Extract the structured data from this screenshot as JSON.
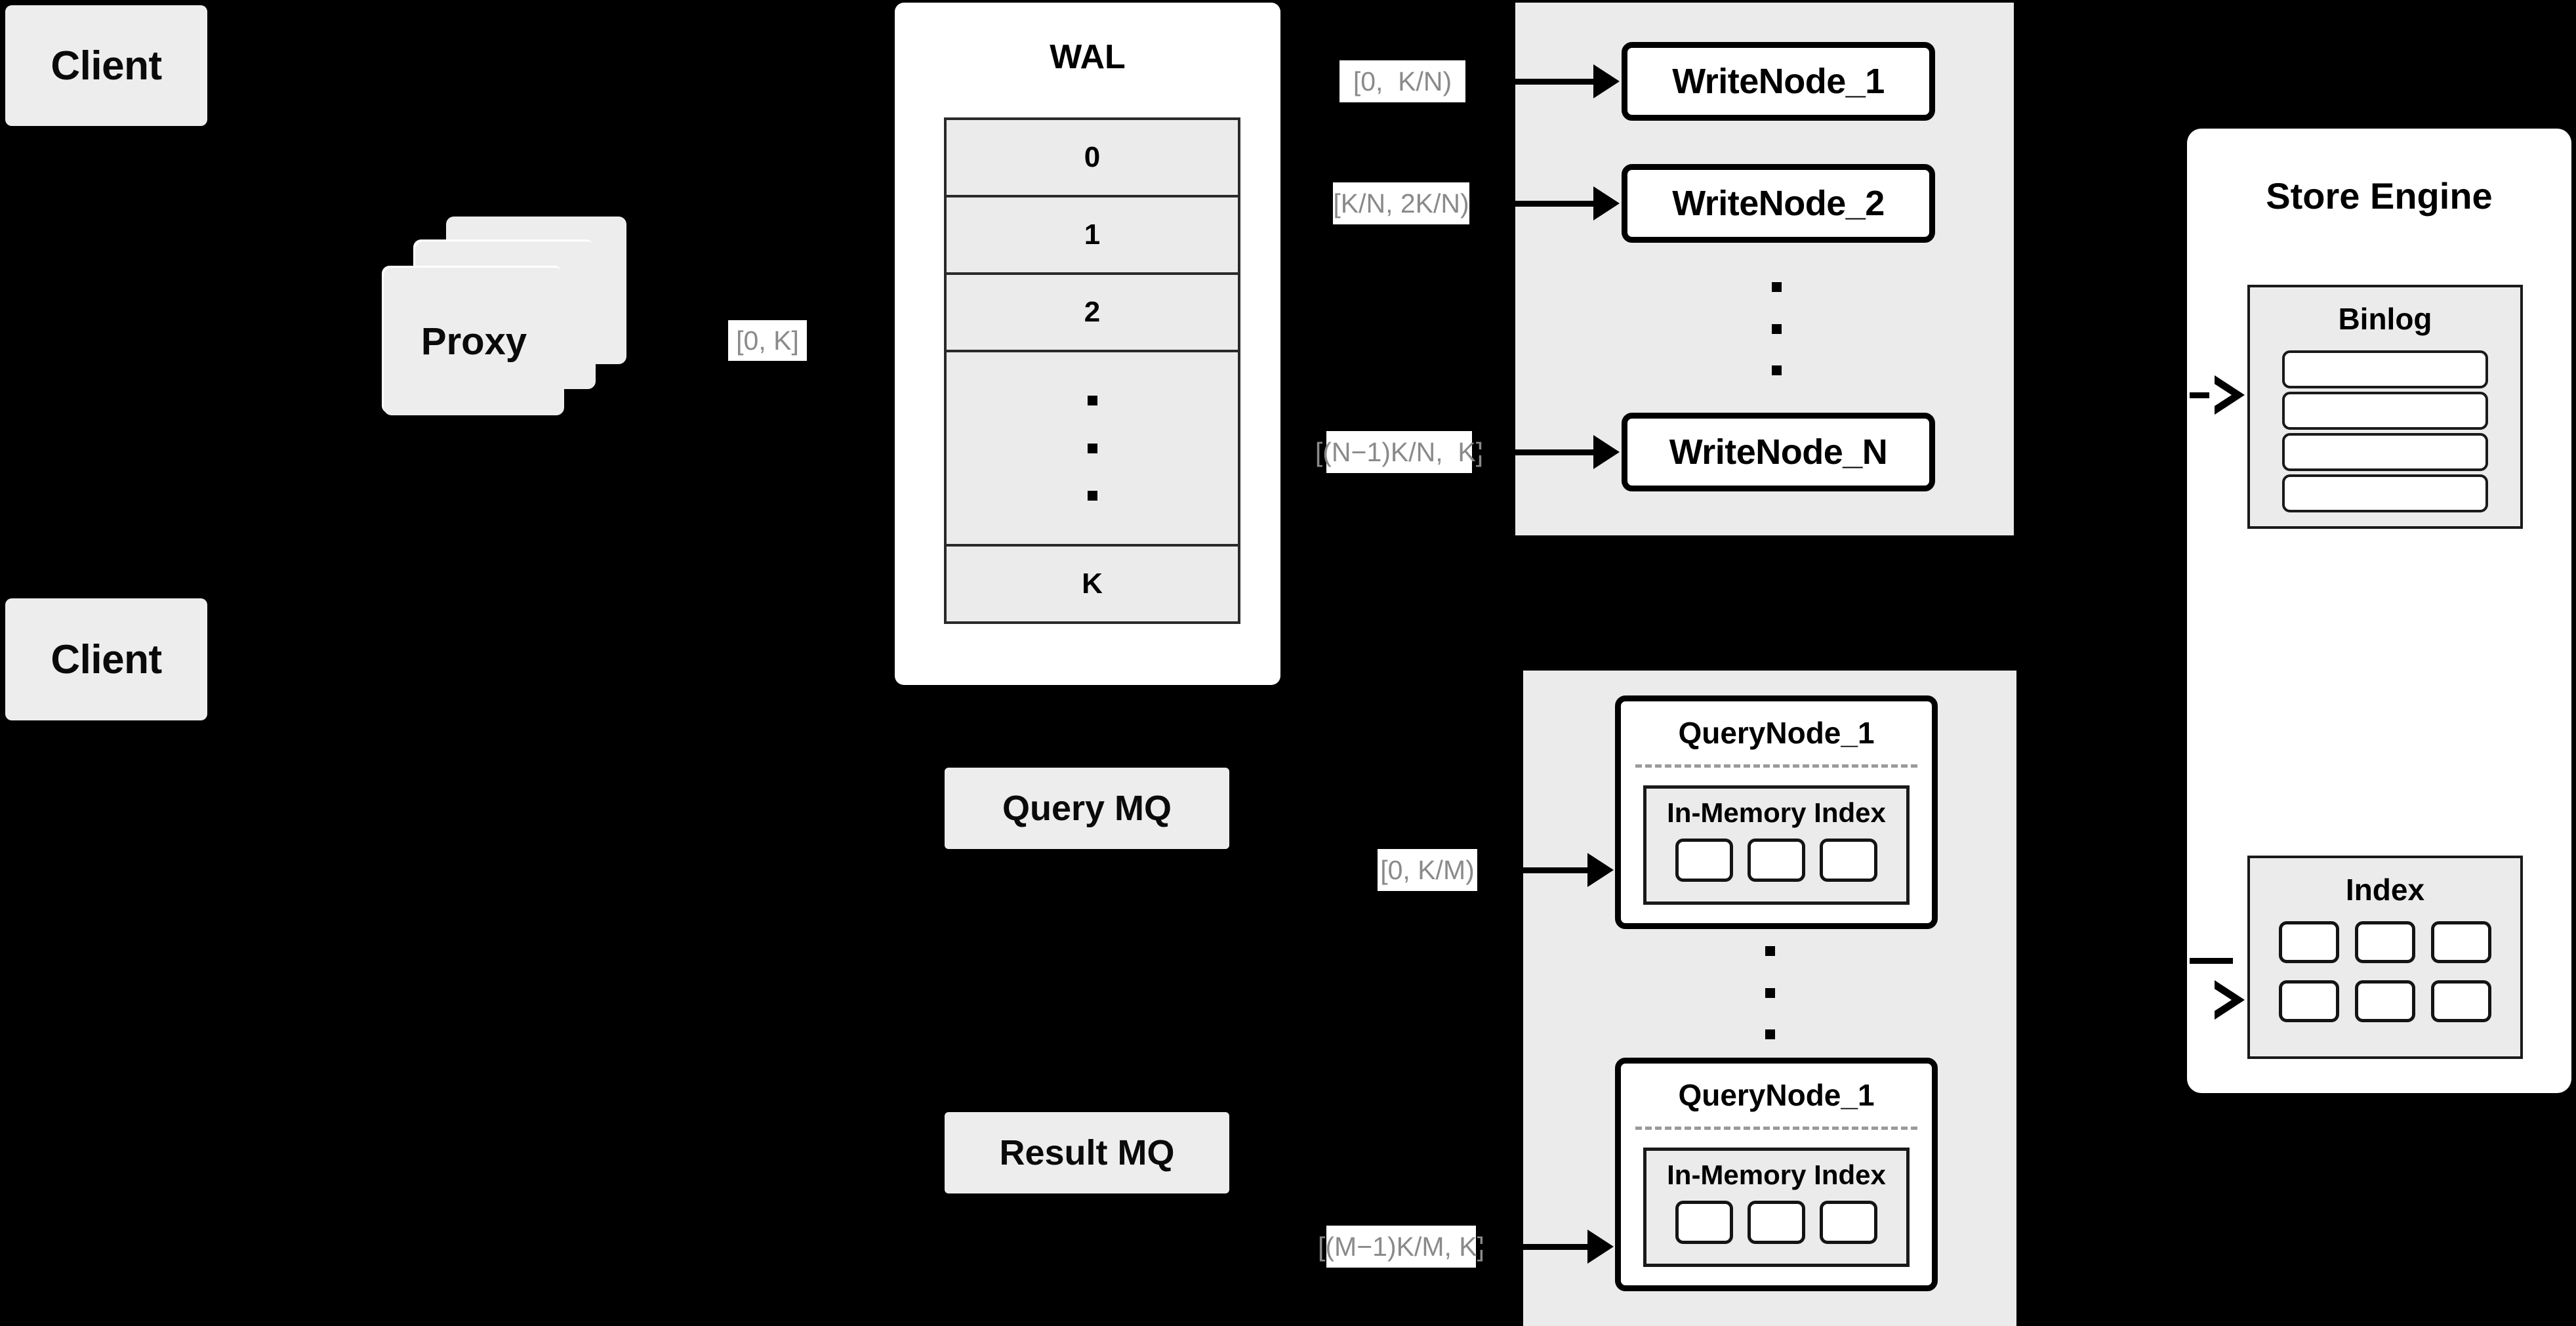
{
  "diagram": {
    "title": "Distributed Write/Query Architecture",
    "background_color": "#000000",
    "card_color": "#EDEDED",
    "panel_color": "#EBEBEB",
    "label_text_color": "#8A8A8A"
  },
  "clients": [
    {
      "label": "Client"
    },
    {
      "label": "Client"
    }
  ],
  "proxy": {
    "label": "Proxy",
    "stack_count": 3,
    "out_range_label": "[0, K]"
  },
  "wal": {
    "title": "WAL",
    "rows": [
      "0",
      "1",
      "2",
      "",
      "K"
    ],
    "ellipsis_row_index": 3,
    "ellipsis_dots": 3
  },
  "write_group": {
    "nodes": [
      {
        "label": "WriteNode_1",
        "range_label": "[0,  K/N)"
      },
      {
        "label": "WriteNode_2",
        "range_label": "[K/N, 2K/N)"
      },
      {
        "label": "WriteNode_N",
        "range_label": "[(N−1)K/N,  K]"
      }
    ],
    "ellipsis_dots": 3
  },
  "query_mq": {
    "label": "Query MQ"
  },
  "result_mq": {
    "label": "Result MQ"
  },
  "query_group": {
    "nodes": [
      {
        "label": "QueryNode_1",
        "range_label": "[0, K/M)",
        "index": {
          "label": "In-Memory Index",
          "segment_count": 3
        }
      },
      {
        "label": "QueryNode_1",
        "range_label": "[(M−1)K/M, K]",
        "index": {
          "label": "In-Memory Index",
          "segment_count": 3
        }
      }
    ],
    "ellipsis_dots": 3
  },
  "store_engine": {
    "title": "Store Engine",
    "binlog": {
      "title": "Binlog",
      "bar_count": 4
    },
    "index": {
      "title": "Index",
      "rows": 2,
      "cols": 3
    }
  }
}
